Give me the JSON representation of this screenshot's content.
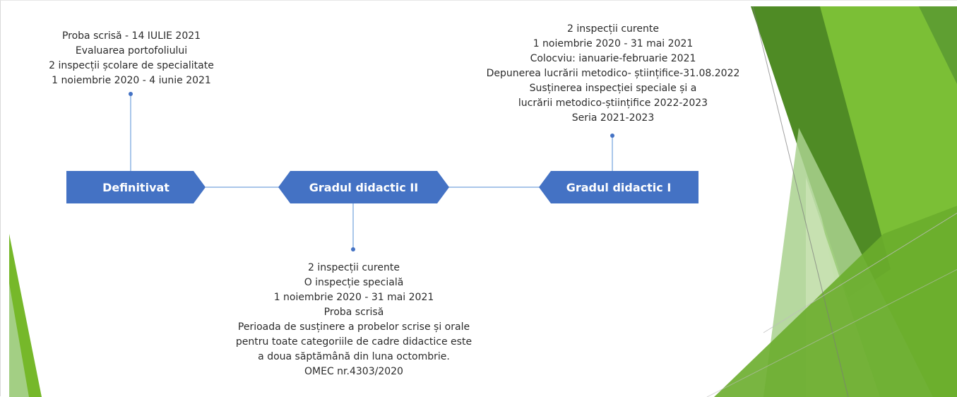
{
  "colors": {
    "node_fill": "#4472c4",
    "connector": "#8eb4e3",
    "pin": "#4472c4",
    "accent_green_dark": "#4e8f2a",
    "accent_green": "#76b82a",
    "accent_green_light": "#a9d18e"
  },
  "nodes": {
    "definitivat": "Definitivat",
    "grad2": "Gradul didactic II",
    "grad1": "Gradul didactic I"
  },
  "notes": {
    "definitivat": [
      "Proba scrisă - 14 IULIE 2021",
      "Evaluarea portofoliului",
      "2 inspecții școlare de specialitate",
      "1 noiembrie 2020 - 4 iunie 2021"
    ],
    "grad1": [
      "2 inspecții curente",
      "1 noiembrie 2020 - 31 mai 2021",
      "Colocviu: ianuarie-februarie 2021",
      "Depunerea lucrării metodico- științifice-31.08.2022",
      "Susținerea inspecției speciale și a",
      "lucrării metodico-științifice 2022-2023",
      "Seria 2021-2023"
    ],
    "grad2": [
      "2 inspecții curente",
      "O inspecție specială",
      "1 noiembrie 2020 - 31 mai 2021",
      "Proba scrisă",
      "Perioada de susținere a probelor scrise și orale",
      "pentru toate categoriile de cadre didactice este",
      "a doua săptămână din luna octombrie.",
      "OMEC nr.4303/2020"
    ]
  }
}
